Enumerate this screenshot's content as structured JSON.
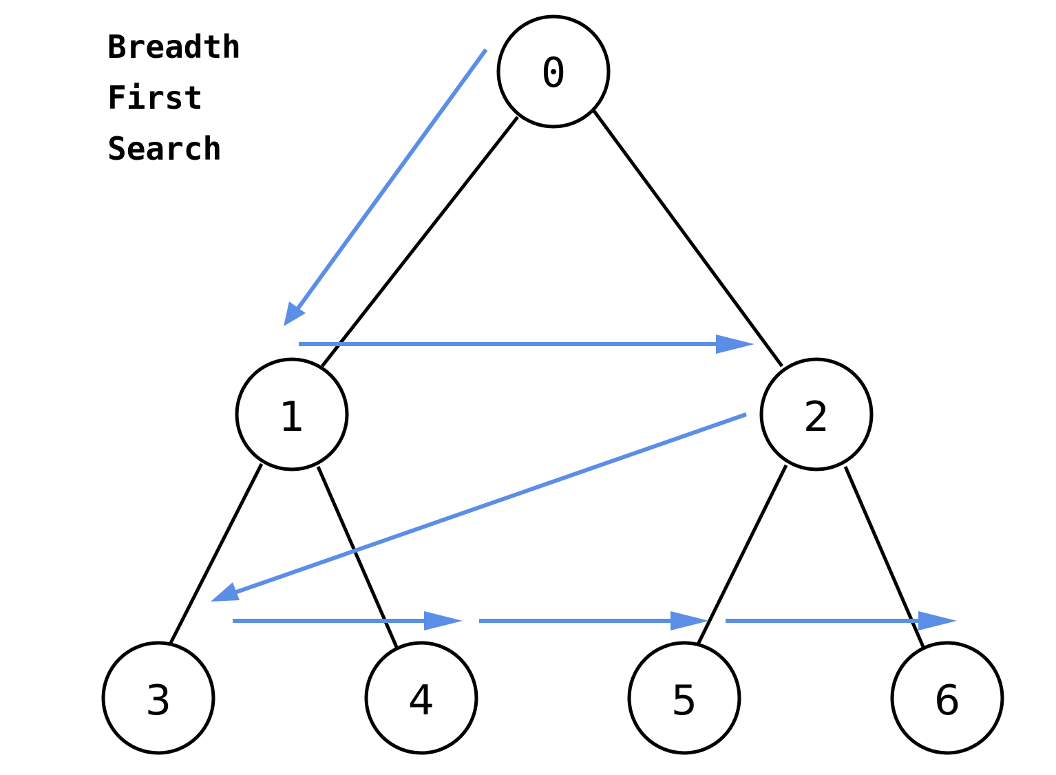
{
  "title": {
    "lines": [
      "Breadth",
      "First",
      "Search"
    ]
  },
  "colors": {
    "arrow": "#5b8ee6",
    "edge": "#000000",
    "node_fill": "#ffffff"
  },
  "tree": {
    "nodes": [
      {
        "id": "0",
        "label": "0"
      },
      {
        "id": "1",
        "label": "1"
      },
      {
        "id": "2",
        "label": "2"
      },
      {
        "id": "3",
        "label": "3"
      },
      {
        "id": "4",
        "label": "4"
      },
      {
        "id": "5",
        "label": "5"
      },
      {
        "id": "6",
        "label": "6"
      }
    ],
    "edges": [
      {
        "from": "0",
        "to": "1"
      },
      {
        "from": "0",
        "to": "2"
      },
      {
        "from": "1",
        "to": "3"
      },
      {
        "from": "1",
        "to": "4"
      },
      {
        "from": "2",
        "to": "5"
      },
      {
        "from": "2",
        "to": "6"
      }
    ]
  },
  "traversal_order": [
    "0",
    "1",
    "2",
    "3",
    "4",
    "5",
    "6"
  ]
}
